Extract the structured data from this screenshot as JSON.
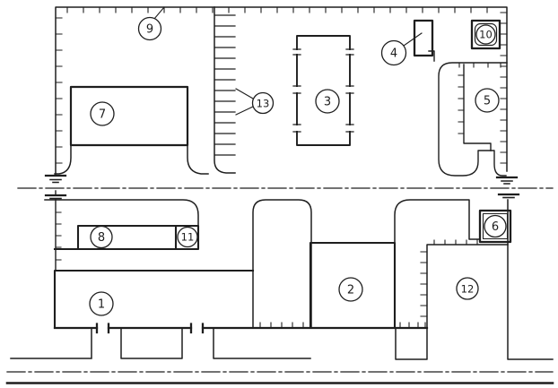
{
  "diagram": {
    "kind": "site-plan schematic with numbered callouts",
    "background_color": "#ffffff",
    "ink_color": "#1e1e1e"
  },
  "callouts": [
    {
      "number": "1"
    },
    {
      "number": "2"
    },
    {
      "number": "3"
    },
    {
      "number": "4"
    },
    {
      "number": "5"
    },
    {
      "number": "6"
    },
    {
      "number": "7"
    },
    {
      "number": "8"
    },
    {
      "number": "9"
    },
    {
      "number": "10"
    },
    {
      "number": "11"
    },
    {
      "number": "12"
    },
    {
      "number": "13"
    }
  ]
}
